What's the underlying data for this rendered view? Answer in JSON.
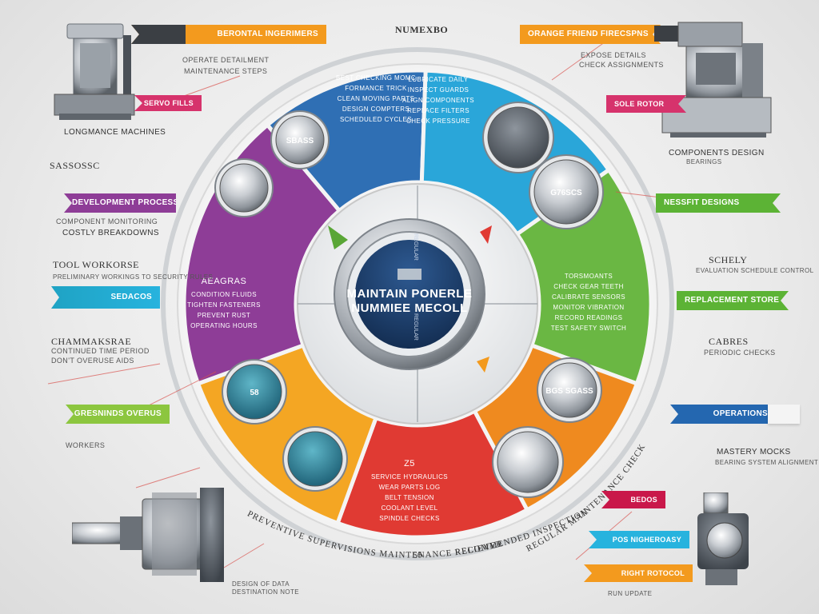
{
  "header": {
    "title": "NUMEXBO"
  },
  "center": {
    "line1": "MAINTAIN PONERLE",
    "line2": "NUMMIEE MECOLL",
    "vertical_text": "REGULAR"
  },
  "segments": [
    {
      "id": "blue-top",
      "color": "#2f6fb4",
      "lines": [
        "BEST CHECKING MOMC",
        "FORMANCE TRICK",
        "CLEAN MOVING PARTS",
        "DESIGN COMPTERS",
        "SCHEDULED CYCLES"
      ]
    },
    {
      "id": "blue-right",
      "color": "#2aa6d9",
      "lines": [
        "LUBRICATE DAILY",
        "INSPECT GUARDS",
        "ALIGN COMPONENTS",
        "REPLACE FILTERS",
        "CHECK PRESSURE"
      ]
    },
    {
      "id": "green",
      "color": "#6ab743",
      "lines": [
        "TORSMOANTS",
        "CHECK GEAR TEETH",
        "CALIBRATE SENSORS",
        "MONITOR VIBRATION",
        "RECORD READINGS",
        "TEST SAFETY SWITCH"
      ]
    },
    {
      "id": "orange-right",
      "color": "#ef8a1f",
      "lines": []
    },
    {
      "id": "red",
      "color": "#e03a33",
      "title": "Z5",
      "lines": [
        "SERVICE HYDRAULICS",
        "WEAR PARTS LOG",
        "BELT TENSION",
        "COOLANT LEVEL",
        "SPINDLE CHECKS"
      ]
    },
    {
      "id": "orange-left",
      "color": "#f4a623",
      "lines": []
    },
    {
      "id": "purple",
      "color": "#8e3d97",
      "title": "AEAGRAS",
      "lines": [
        "CONDITION FLUIDS",
        "TIGHTEN FASTENERS",
        "PREVENT RUST",
        "OPERATING HOURS"
      ]
    }
  ],
  "gauges": [
    {
      "label": "SBASS"
    },
    {
      "label": ""
    },
    {
      "label": ""
    },
    {
      "label": "G76SCS"
    },
    {
      "label": "BGS SGASS"
    },
    {
      "label": ""
    },
    {
      "label": "58"
    },
    {
      "label": ""
    }
  ],
  "left_panel": {
    "top_tag": "BERONTAL INGERIMERS",
    "caption_1": "OPERATE DETAILMENT",
    "caption_2": "MAINTENANCE STEPS",
    "pink_tag": "SERVO FILLS",
    "machine_label": "LONGMANCE MACHINES",
    "section_1": "SASSOSSC",
    "purple_tag": "DEVELOPMENT PROCESSES",
    "caption_3": "COMPONENT MONITORING",
    "caption_4": "COSTLY BREAKDOWNS",
    "section_2": "TOOL WORKORSE",
    "caption_5": "PRELIMINARY WORKINGS TO SECURITY RULES",
    "teal_tag": "SEDACOS",
    "section_3": "CHAMMAKSRAE",
    "caption_6": "CONTINUED TIME PERIOD",
    "caption_7": "DON'T OVERUSE AIDS",
    "green_tag": "GRESNINDS OVERUS",
    "caption_8": "WORKERS",
    "bottom_caption_1": "DESIGN OF DATA",
    "bottom_caption_2": "DESTINATION NOTE"
  },
  "right_panel": {
    "top_tag": "ORANGE FRIEND FIRECSPNS",
    "caption_1": "EXPOSE DETAILS",
    "caption_2": "CHECK ASSIGNMENTS",
    "pink_tag": "SOLE ROTOR",
    "caption_3": "COMPONENTS DESIGN",
    "caption_4": "BEARINGS",
    "green_tag": "NESSFIT DESIGNS",
    "section_1": "SCHELY",
    "caption_5": "EVALUATION SCHEDULE CONTROL",
    "green_tag_2": "REPLACEMENT STORE",
    "section_2": "CABRES",
    "caption_6": "PERIODIC CHECKS",
    "blue_tag": "OPERATIONS",
    "caption_7": "MASTERY MOCKS",
    "caption_8": "BEARING SYSTEM ALIGNMENT",
    "crimson_tag": "BEDOS",
    "cyan_tag": "POS NIGHEROASY",
    "orange_tag": "RIGHT ROTOCOL",
    "bottom_caption": "RUN UPDATE"
  },
  "arc_text": {
    "bottom_left": "PREVENTIVE SUPERVISIONS MAINTENANCE RELIEVER",
    "bottom_mid": "56",
    "bottom_right": "RECOMMENDED INSPECTION",
    "side_right": "REGULAR MAINTENANCE CHECK"
  },
  "colors": {
    "orange": "#f39a1e",
    "pink": "#d6336c",
    "purple": "#8e3d97",
    "teal": "#1fa3c4",
    "green": "#5cb335",
    "lime": "#8cc63f",
    "blue": "#2467b0",
    "cyan": "#27b3de",
    "red": "#e03a33"
  }
}
